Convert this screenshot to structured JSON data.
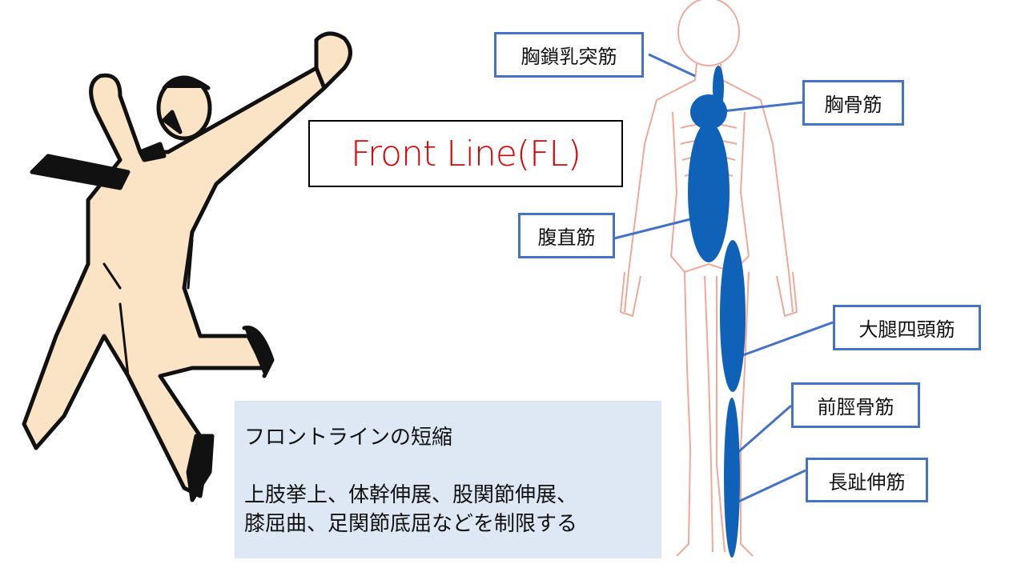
{
  "title": "Front Line(FL)",
  "description": {
    "heading": "フロントラインの短縮",
    "line1": "上肢挙上、体幹伸展、股関節伸展、",
    "line2": "膝屈曲、足関節底屈などを制限する"
  },
  "muscle_labels": {
    "scm": "胸鎖乳突筋",
    "sternalis": "胸骨筋",
    "rectus_abdominis": "腹直筋",
    "quadriceps": "大腿四頭筋",
    "tibialis_anterior": "前脛骨筋",
    "ext_digitorum_longus": "長趾伸筋"
  },
  "colors": {
    "title": "#e00000",
    "label_border": "#4472c4",
    "muscle": "#0f62b8",
    "skeleton": "#f0a898",
    "desc_bg": "#dde8f4"
  }
}
